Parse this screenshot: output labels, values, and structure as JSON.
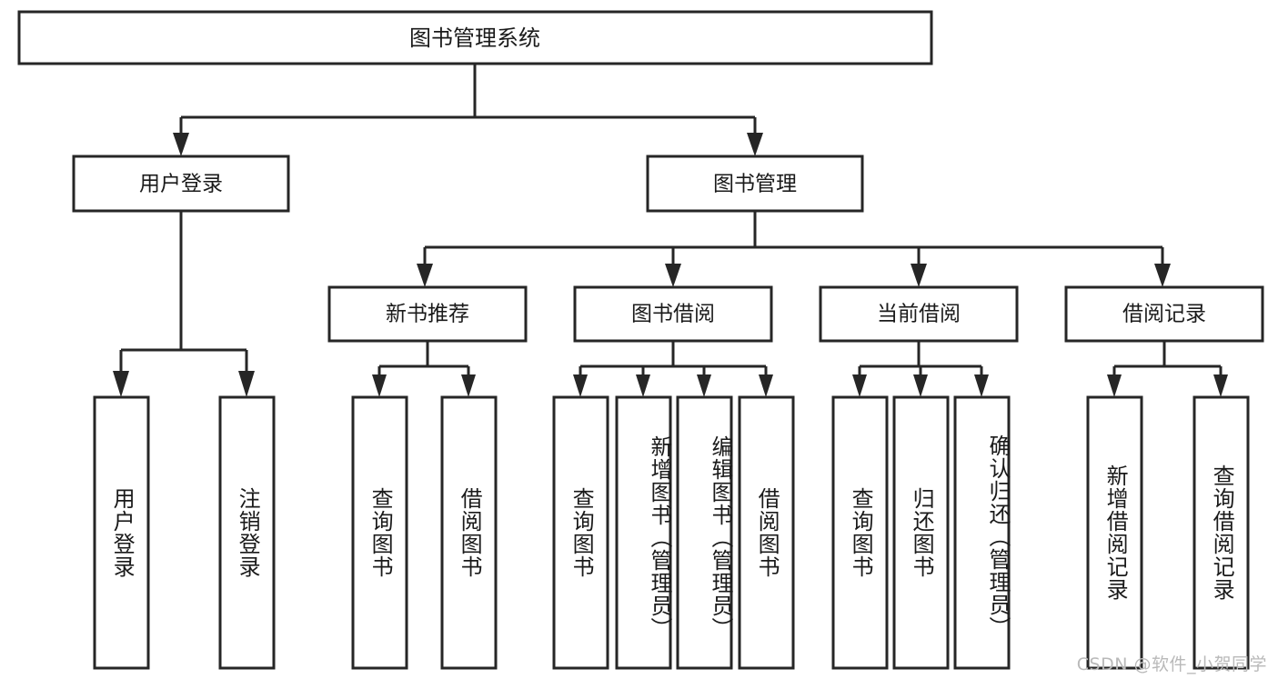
{
  "diagram": {
    "title": "图书管理系统",
    "watermark": "CSDN @软件_小贺同学",
    "colors": {
      "box_stroke": "#262626",
      "box_fill": "#ffffff",
      "text": "#1a1a1a",
      "watermark": "#b9b9b9",
      "background": "#ffffff"
    },
    "levels": {
      "level1_label": "图书管理系统",
      "level2": [
        {
          "label": "用户登录"
        },
        {
          "label": "图书管理"
        }
      ],
      "level3": [
        {
          "label": "新书推荐"
        },
        {
          "label": "图书借阅"
        },
        {
          "label": "当前借阅"
        },
        {
          "label": "借阅记录"
        }
      ]
    },
    "nodes": {
      "root": "图书管理系统",
      "user_login": "用户登录",
      "book_manage": "图书管理",
      "new_book_rec": "新书推荐",
      "book_borrow": "图书借阅",
      "current_borrow": "当前借阅",
      "borrow_record": "借阅记录"
    },
    "leaves": {
      "user_login_group": [
        "用户登录",
        "注销登录"
      ],
      "new_book_rec_group": [
        "查询图书",
        "借阅图书"
      ],
      "book_borrow_group": [
        "查询图书",
        "新增图书（管理员）",
        "编辑图书（管理员）",
        "借阅图书"
      ],
      "current_borrow_group": [
        "查询图书",
        "归还图书",
        "确认归还（管理员）"
      ],
      "borrow_record_group": [
        "新增借阅记录",
        "查询借阅记录"
      ]
    }
  }
}
